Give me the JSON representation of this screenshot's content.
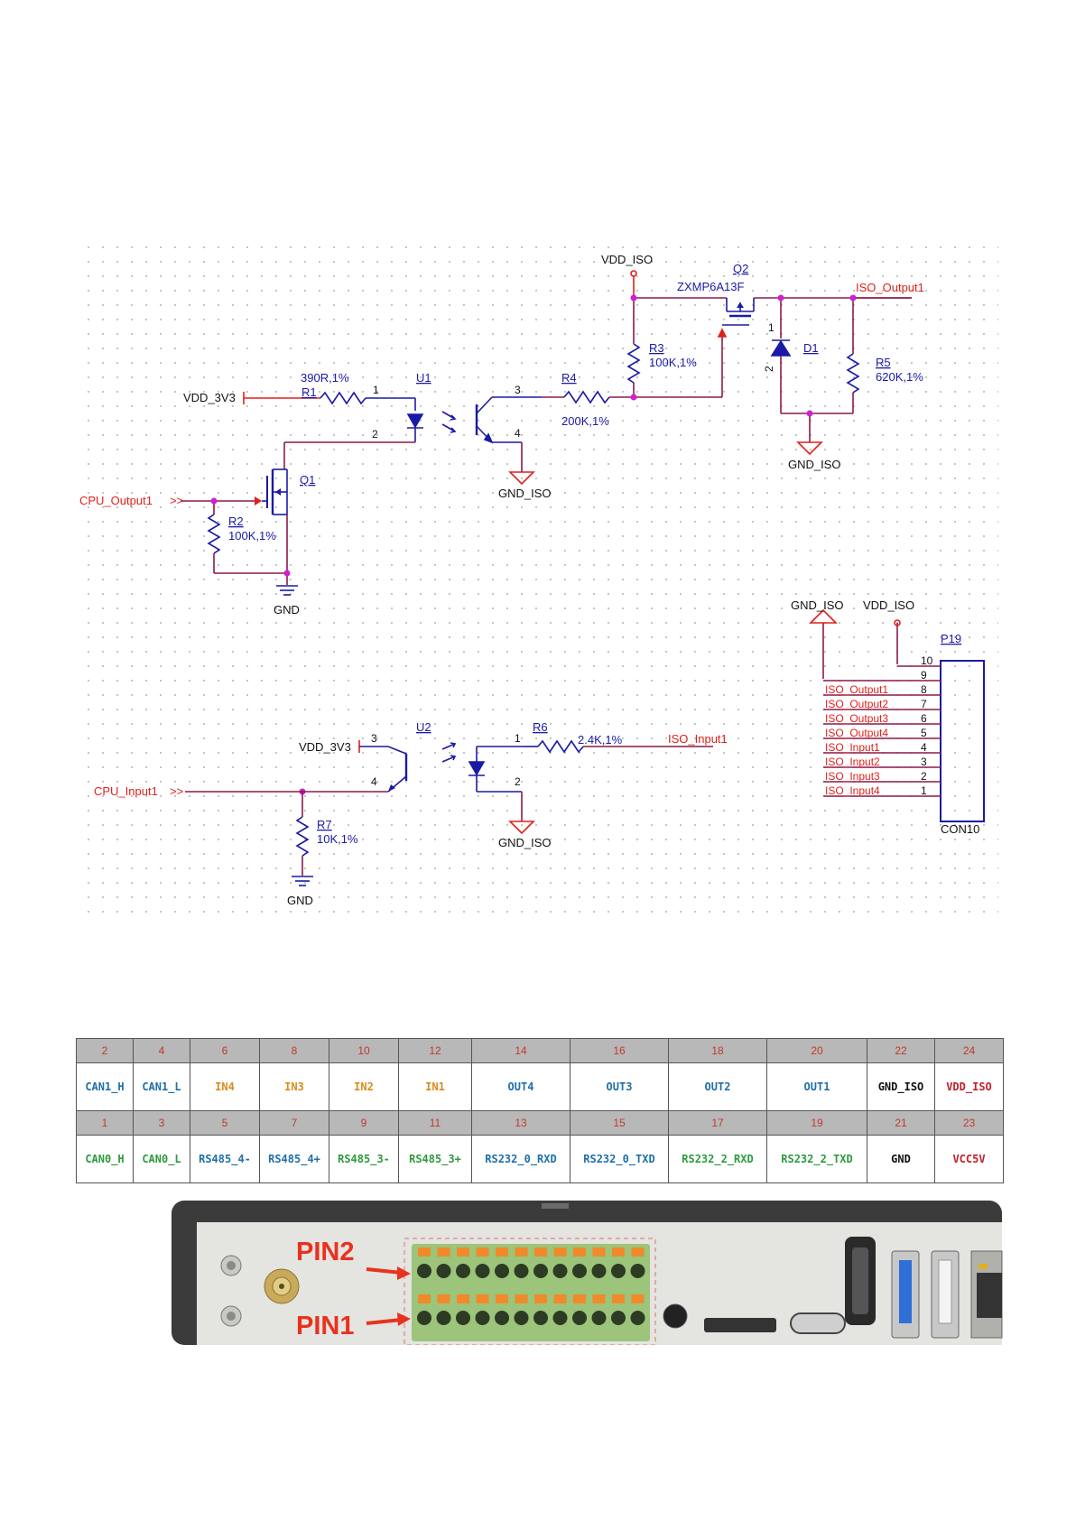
{
  "nets": {
    "vdd_3v3": "VDD_3V3",
    "vdd_iso": "VDD_ISO",
    "gnd": "GND",
    "gnd_iso": "GND_ISO",
    "cpu_output1": "CPU_Output1",
    "cpu_input1": "CPU_Input1",
    "iso_output1": "ISO_Output1",
    "iso_input1": "ISO_Input1"
  },
  "components": {
    "r1": {
      "ref": "R1",
      "value": "390R,1%"
    },
    "r2": {
      "ref": "R2",
      "value": "100K,1%"
    },
    "r3": {
      "ref": "R3",
      "value": "100K,1%"
    },
    "r4": {
      "ref": "R4",
      "value": "200K,1%"
    },
    "r5": {
      "ref": "R5",
      "value": "620K,1%"
    },
    "r6": {
      "ref": "R6",
      "value": "2.4K,1%"
    },
    "r7": {
      "ref": "R7",
      "value": "10K,1%"
    },
    "u1": {
      "ref": "U1"
    },
    "u2": {
      "ref": "U2"
    },
    "q1": {
      "ref": "Q1"
    },
    "q2": {
      "ref": "Q2",
      "value": "ZXMP6A13F"
    },
    "d1": {
      "ref": "D1"
    },
    "p19": {
      "ref": "P19",
      "value": "CON10"
    }
  },
  "pin_numbers": {
    "one": "1",
    "two": "2",
    "three": "3",
    "four": "4",
    "five": "5",
    "six": "6",
    "seven": "7",
    "eight": "8",
    "nine": "9",
    "ten": "10"
  },
  "connector_pins": [
    "ISO_Output1",
    "ISO_Output2",
    "ISO_Output3",
    "ISO_Output4",
    "ISO_Input1",
    "ISO_Input2",
    "ISO_Input3",
    "ISO_Input4"
  ],
  "pin_table": {
    "top_row": [
      {
        "num": "2",
        "name": "CAN1_H",
        "color": "#1f6fa8"
      },
      {
        "num": "4",
        "name": "CAN1_L",
        "color": "#1f6fa8"
      },
      {
        "num": "6",
        "name": "IN4",
        "color": "#d98b1c"
      },
      {
        "num": "8",
        "name": "IN3",
        "color": "#d98b1c"
      },
      {
        "num": "10",
        "name": "IN2",
        "color": "#d98b1c"
      },
      {
        "num": "12",
        "name": "IN1",
        "color": "#d98b1c"
      },
      {
        "num": "14",
        "name": "OUT4",
        "color": "#1f6fa8"
      },
      {
        "num": "16",
        "name": "OUT3",
        "color": "#1f6fa8"
      },
      {
        "num": "18",
        "name": "OUT2",
        "color": "#1f6fa8"
      },
      {
        "num": "20",
        "name": "OUT1",
        "color": "#1f6fa8"
      },
      {
        "num": "22",
        "name": "GND_ISO",
        "color": "#111111"
      },
      {
        "num": "24",
        "name": "VDD_ISO",
        "color": "#c0202a"
      }
    ],
    "bottom_row": [
      {
        "num": "1",
        "name": "CAN0_H",
        "color": "#2e9a3e"
      },
      {
        "num": "3",
        "name": "CAN0_L",
        "color": "#2e9a3e"
      },
      {
        "num": "5",
        "name": "RS485_4-",
        "color": "#1f6fa8"
      },
      {
        "num": "7",
        "name": "RS485_4+",
        "color": "#1f6fa8"
      },
      {
        "num": "9",
        "name": "RS485_3-",
        "color": "#2e9a3e"
      },
      {
        "num": "11",
        "name": "RS485_3+",
        "color": "#2e9a3e"
      },
      {
        "num": "13",
        "name": "RS232_0_RXD",
        "color": "#1f6fa8"
      },
      {
        "num": "15",
        "name": "RS232_0_TXD",
        "color": "#1f6fa8"
      },
      {
        "num": "17",
        "name": "RS232_2_RXD",
        "color": "#2e9a3e"
      },
      {
        "num": "19",
        "name": "RS232_2_TXD",
        "color": "#2e9a3e"
      },
      {
        "num": "21",
        "name": "GND",
        "color": "#111111"
      },
      {
        "num": "23",
        "name": "VCC5V",
        "color": "#c0202a"
      }
    ]
  },
  "photo": {
    "pin2_label": "PIN2",
    "pin1_label": "PIN1"
  },
  "colors": {
    "wire": "#8b1a4a",
    "component": "#1a1aa6",
    "net_label": "#e0201a",
    "power": "#e0201a",
    "junction": "#d020d0"
  }
}
